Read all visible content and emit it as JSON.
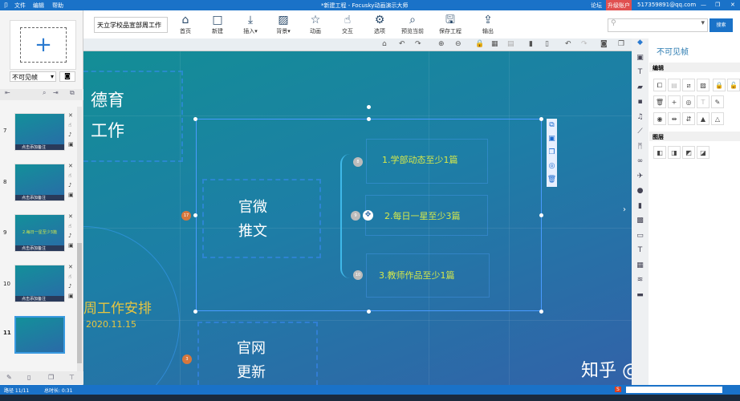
{
  "title": {
    "logo": "卩",
    "menu": [
      "文件",
      "编辑",
      "帮助"
    ],
    "window_title": "*新建工程 - Focusky动画演示大师",
    "forum": "论坛",
    "upgrade": "升级账户",
    "account": "517359891@qq.com",
    "min": "—",
    "restore": "❐",
    "close": "✕"
  },
  "toolbar": {
    "project_name": "天立学校品宣部周工作",
    "buttons": [
      {
        "icon": "home-icon",
        "glyph": "⌂",
        "label": "首页"
      },
      {
        "icon": "new-icon",
        "glyph": "□",
        "label": "新建"
      },
      {
        "icon": "insert-icon",
        "glyph": "⤓",
        "label": "插入▾"
      },
      {
        "icon": "background-icon",
        "glyph": "▨",
        "label": "背景▾"
      },
      {
        "icon": "animation-icon",
        "glyph": "☆",
        "label": "动画"
      },
      {
        "icon": "interact-icon",
        "glyph": "☝",
        "label": "交互"
      },
      {
        "icon": "gear-icon",
        "glyph": "⚙",
        "label": "选项"
      },
      {
        "icon": "preview-icon",
        "glyph": "⌕",
        "label": "预览当前"
      },
      {
        "icon": "save-icon",
        "glyph": "🖫",
        "label": "保存工程"
      },
      {
        "icon": "export-icon",
        "glyph": "⇪",
        "label": "输出"
      }
    ],
    "search_placeholder": "",
    "search_button": "搜索"
  },
  "left": {
    "frame_select": "不可见帧",
    "slides": [
      {
        "n": "7",
        "caption": "点击添加备注",
        "text": ""
      },
      {
        "n": "8",
        "caption": "点击添加备注",
        "text": ""
      },
      {
        "n": "9",
        "caption": "点击添加备注",
        "text": "2.每日一星至少3篇"
      },
      {
        "n": "10",
        "caption": "点击添加备注",
        "text": ""
      },
      {
        "n": "11",
        "caption": "",
        "text": ""
      }
    ]
  },
  "canvas": {
    "deyu": [
      "德育",
      "工作"
    ],
    "guanwei": [
      "官微",
      "推文"
    ],
    "guanwang": [
      "官网",
      "更新"
    ],
    "items": [
      "1.学部动态至少1篇",
      "2.每日一星至少3篇",
      "3.教师作品至少1篇"
    ],
    "item_nums": [
      "8",
      "9",
      "10"
    ],
    "week_plan": "周工作安排",
    "date": "2020.11.15",
    "orange_nums": [
      "17",
      "3"
    ],
    "watermark": "知乎 @张书宏"
  },
  "right": {
    "frame_title": "不可见帧",
    "edit_label": "编辑",
    "layer_label": "图层"
  },
  "status": {
    "path": "路径 11/11",
    "duration": "总时长: 0:31"
  }
}
